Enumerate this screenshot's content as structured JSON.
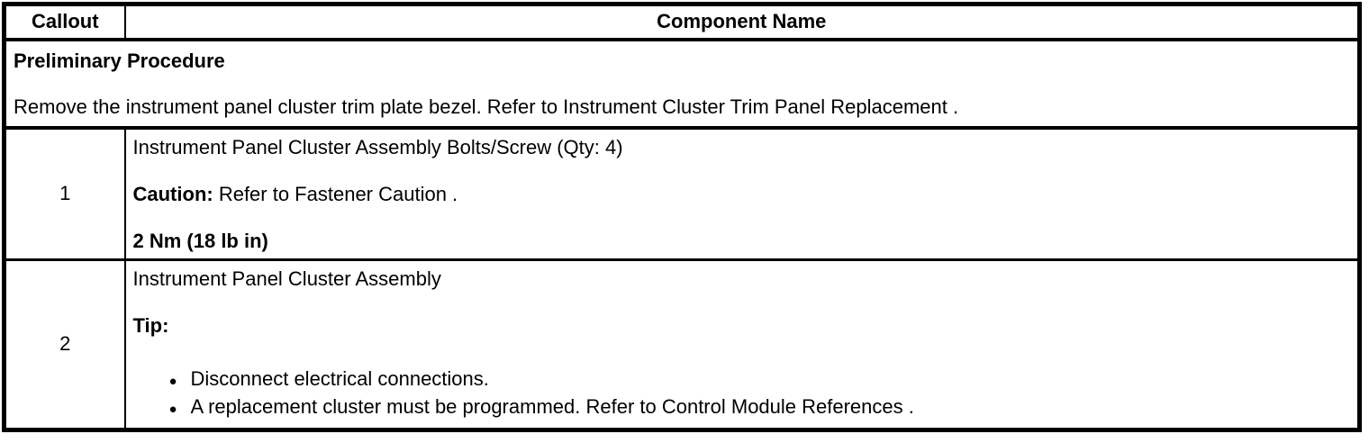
{
  "colors": {
    "border": "#000000",
    "text": "#000000",
    "background": "#ffffff"
  },
  "icons": {
    "bullet": "●"
  },
  "table": {
    "header": {
      "callout": "Callout",
      "component": "Component Name"
    },
    "preliminary": {
      "title": "Preliminary Procedure",
      "body": "Remove the instrument panel cluster trim plate bezel. Refer to Instrument Cluster Trim Panel Replacement ."
    },
    "rows": [
      {
        "callout": "1",
        "name": "Instrument Panel Cluster Assembly Bolts/Screw (Qty: 4)",
        "caution_label": "Caution:",
        "caution_text": " Refer to Fastener Caution .",
        "torque": "2 Nm (18 lb in)"
      },
      {
        "callout": "2",
        "name": "Instrument Panel Cluster Assembly",
        "tip_label": "Tip:",
        "bullets": [
          "Disconnect electrical connections.",
          "A replacement cluster must be programmed. Refer to Control Module References ."
        ]
      }
    ]
  }
}
